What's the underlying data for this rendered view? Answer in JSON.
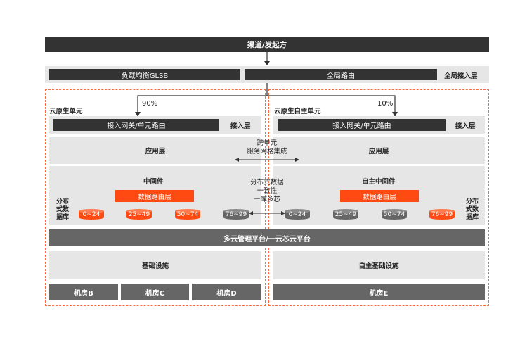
{
  "top": {
    "channel": "渠道/发起方"
  },
  "access_global": {
    "glsb": "负载均衡GLSB",
    "routing": "全局路由",
    "label": "全局接入层"
  },
  "left": {
    "title": "云原生单元",
    "percent": "90%",
    "gateway": "接入网关/单元路由",
    "gateway_label": "接入层",
    "app_layer": "应用层",
    "middleware": "中间件",
    "data_routing": "数据路由层",
    "db_label_l1": "分布",
    "db_label_l2": "式数",
    "db_label_l3": "据库",
    "shards": [
      "0~24",
      "25~49",
      "50~74",
      "76~99"
    ],
    "infra": "基础设施",
    "rooms": [
      "机房B",
      "机房C",
      "机房D"
    ]
  },
  "right": {
    "title": "云原生自主单元",
    "percent": "10%",
    "gateway": "接入网关/单元路由",
    "gateway_label": "接入层",
    "app_layer": "应用层",
    "middleware": "自主中间件",
    "data_routing": "数据路由层",
    "db_label_l1": "分布",
    "db_label_l2": "式数",
    "db_label_l3": "据库",
    "shards": [
      "0~24",
      "25~49",
      "50~74",
      "76~99"
    ],
    "infra": "自主基础设施",
    "rooms": [
      "机房E"
    ]
  },
  "center": {
    "cross_unit_l1": "跨单元",
    "cross_unit_l2": "服务网格集成",
    "db_consistency_l1": "分布式数据",
    "db_consistency_l2": "一致性",
    "db_consistency_l3": "一库多芯"
  },
  "platform": "多云管理平台/一云芯云平台",
  "colors": {
    "dark": "#333333",
    "mid": "#666666",
    "light": "#e6e6e6",
    "accent": "#ff4a12",
    "dash": "#ff6a3d"
  }
}
